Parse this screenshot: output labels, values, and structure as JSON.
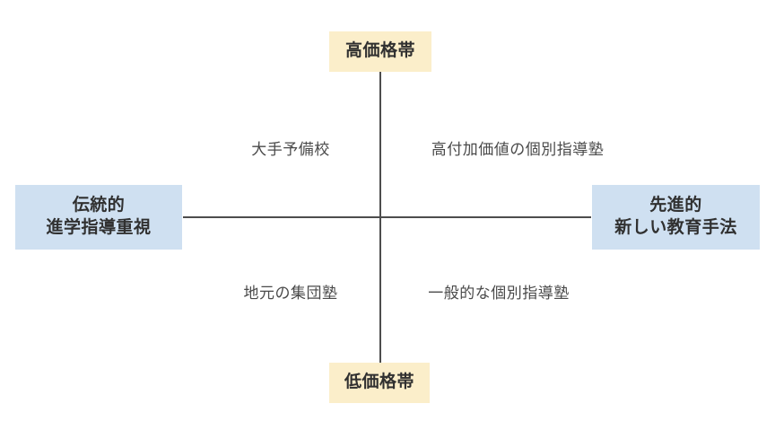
{
  "diagram": {
    "type": "positioning-map",
    "background_color": "#ffffff",
    "axis_color": "#4d4d4d",
    "vertical_axis": {
      "name": "price-axis",
      "top_pole": {
        "label": "高価格帯",
        "box_color": "#fbeeca",
        "text_color": "#303030"
      },
      "bottom_pole": {
        "label": "低価格帯",
        "box_color": "#fbeeca",
        "text_color": "#303030"
      }
    },
    "horizontal_axis": {
      "name": "teaching-style-axis",
      "left_pole": {
        "line1": "伝統的",
        "line2": "進学指導重視",
        "box_color": "#cfe0f1",
        "text_color": "#303030"
      },
      "right_pole": {
        "line1": "先進的",
        "line2": "新しい教育手法",
        "box_color": "#cfe0f1",
        "text_color": "#303030"
      }
    },
    "quadrants": [
      {
        "position": "top-left",
        "label": "大手予備校",
        "text_color": "#4a4a4a"
      },
      {
        "position": "top-right",
        "label": "高付加価値の個別指導塾",
        "text_color": "#4a4a4a"
      },
      {
        "position": "bottom-left",
        "label": "地元の集団塾",
        "text_color": "#4a4a4a"
      },
      {
        "position": "bottom-right",
        "label": "一般的な個別指導塾",
        "text_color": "#4a4a4a"
      }
    ]
  }
}
